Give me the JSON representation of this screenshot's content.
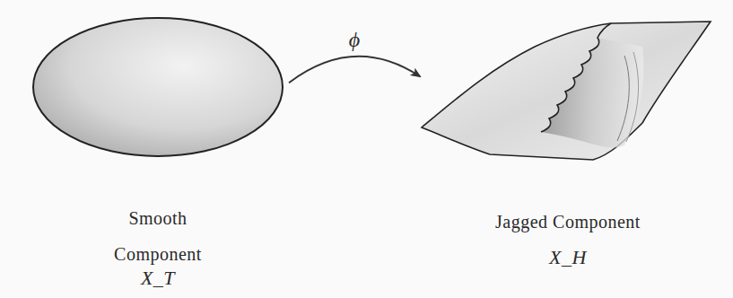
{
  "diagram": {
    "nodes": [
      {
        "text": [
          "Smooth Component",
          "X_T"
        ]
      },
      {
        "text": [
          "Jagged Component",
          "X_H"
        ]
      }
    ],
    "edges": [
      {
        "from": 0,
        "to": 1,
        "arrow": "to",
        "label": "ϕ"
      }
    ]
  }
}
